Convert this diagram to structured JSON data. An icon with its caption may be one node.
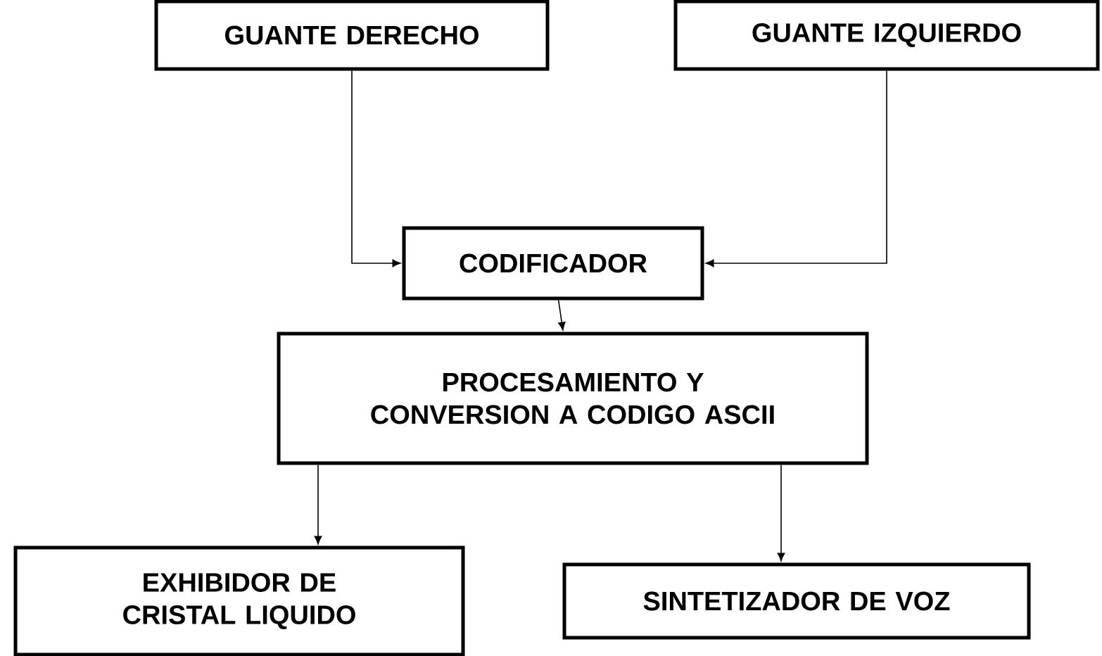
{
  "diagram": {
    "nodes": [
      {
        "text": [
          "GUANTE DERECHO"
        ]
      },
      {
        "text": [
          "GUANTE IZQUIERDO"
        ]
      },
      {
        "text": [
          "CODIFICADOR"
        ]
      },
      {
        "text": [
          "PROCESAMIENTO Y CONVERSION A CODIGO ASCII"
        ]
      },
      {
        "text": [
          "EXHIBIDOR DE CRISTAL LIQUIDO"
        ]
      },
      {
        "text": [
          "SINTETIZADOR DE VOZ"
        ]
      }
    ],
    "edges": [
      {
        "from": 0,
        "to": 2,
        "arrow": "to"
      },
      {
        "from": 1,
        "to": 2,
        "arrow": "to"
      },
      {
        "from": 2,
        "to": 3,
        "arrow": "to"
      },
      {
        "from": 3,
        "to": 4,
        "arrow": "to"
      },
      {
        "from": 3,
        "to": 5,
        "arrow": "to"
      }
    ]
  }
}
